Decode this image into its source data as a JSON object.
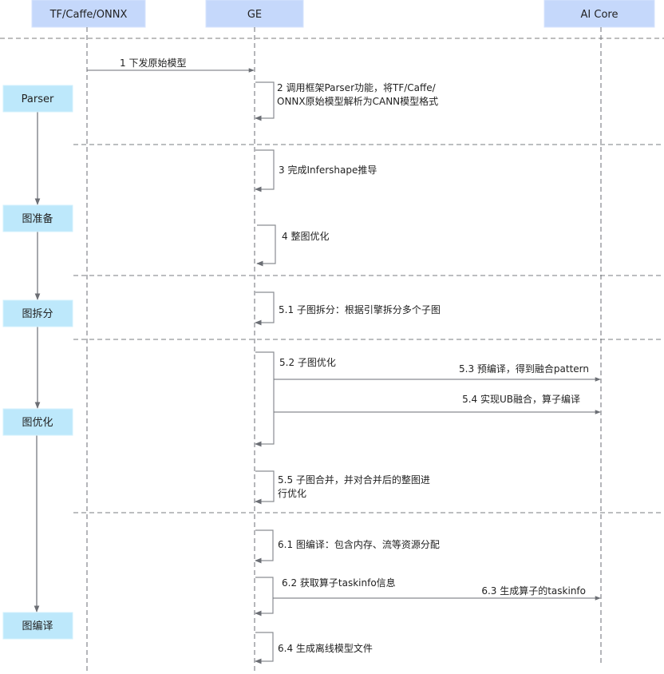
{
  "colors": {
    "participant_fill": "#c5d8fb",
    "stage_fill": "#bde8fb",
    "line": "#6b6e74",
    "self_line": "#8a8d92",
    "separator": "#a0a0a0"
  },
  "participants": [
    {
      "id": "tf",
      "label": "TF/Caffe/ONNX"
    },
    {
      "id": "ge",
      "label": "GE"
    },
    {
      "id": "aicore",
      "label": "AI Core"
    }
  ],
  "stages": [
    {
      "label": "Parser"
    },
    {
      "label": "图准备"
    },
    {
      "label": "图拆分"
    },
    {
      "label": "图优化"
    },
    {
      "label": "图编译"
    }
  ],
  "messages": [
    {
      "id": "m1",
      "from": "tf",
      "to": "ge",
      "type": "call",
      "lines": [
        "1 下发原始模型"
      ]
    },
    {
      "id": "m2",
      "from": "ge",
      "to": "ge",
      "type": "self",
      "lines": [
        "2 调用框架Parser功能，将TF/Caffe/",
        "ONNX原始模型解析为CANN模型格式"
      ]
    },
    {
      "id": "m3",
      "from": "ge",
      "to": "ge",
      "type": "self",
      "lines": [
        "3 完成Infershape推导"
      ]
    },
    {
      "id": "m4",
      "from": "ge",
      "to": "ge",
      "type": "self",
      "lines": [
        "4 整图优化"
      ]
    },
    {
      "id": "m51",
      "from": "ge",
      "to": "ge",
      "type": "self",
      "lines": [
        "5.1 子图拆分：根据引擎拆分多个子图"
      ]
    },
    {
      "id": "m52",
      "from": "ge",
      "to": "ge",
      "type": "self",
      "lines": [
        "5.2 子图优化"
      ]
    },
    {
      "id": "m53",
      "from": "ge",
      "to": "aicore",
      "type": "call",
      "lines": [
        "5.3 预编译，得到融合pattern"
      ]
    },
    {
      "id": "m54",
      "from": "ge",
      "to": "aicore",
      "type": "call",
      "lines": [
        "5.4 实现UB融合，算子编译"
      ]
    },
    {
      "id": "m55",
      "from": "ge",
      "to": "ge",
      "type": "self",
      "lines": [
        "5.5 子图合并，并对合并后的整图进",
        "行优化"
      ]
    },
    {
      "id": "m61",
      "from": "ge",
      "to": "ge",
      "type": "self",
      "lines": [
        "6.1 图编译：包含内存、流等资源分配"
      ]
    },
    {
      "id": "m62",
      "from": "ge",
      "to": "ge",
      "type": "self",
      "lines": [
        "6.2 获取算子taskinfo信息"
      ]
    },
    {
      "id": "m63",
      "from": "ge",
      "to": "aicore",
      "type": "call",
      "lines": [
        "6.3 生成算子的taskinfo"
      ]
    },
    {
      "id": "m64",
      "from": "ge",
      "to": "ge",
      "type": "self",
      "lines": [
        "6.4 生成离线模型文件"
      ]
    }
  ]
}
